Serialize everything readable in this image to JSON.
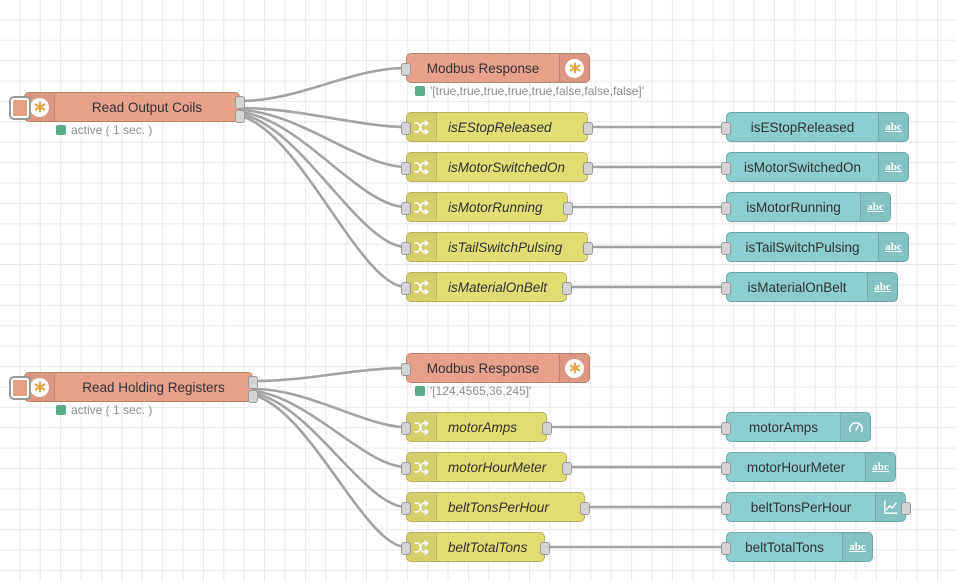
{
  "app": {
    "name": "Node-RED flow editor canvas",
    "grid_size": 20,
    "background": "#ffffff",
    "grid_color": "#e9e9e9"
  },
  "colors": {
    "modbus_node": "#e6a18b",
    "change_node": "#e0dd72",
    "ui_node": "#8ccdcd",
    "wire": "#a3a3a3",
    "port": "#d4d4d4",
    "status_dot": "#5aab8c",
    "status_text": "#8e8e8e",
    "node_text": "#333333"
  },
  "flows": [
    {
      "id": "coils",
      "source": {
        "label": "Read Output Coils",
        "icon": "modbus-icon",
        "status": "active ( 1 sec. )",
        "status_dot": "green"
      },
      "response": {
        "label": "Modbus Response",
        "icon": "modbus-icon",
        "status": "'[true,true,true,true,true,false,false,false]'",
        "status_dot": "green"
      },
      "branches": [
        {
          "change_label": "isEStopReleased",
          "ui_label": "isEStopReleased",
          "ui_icon": "abc-icon"
        },
        {
          "change_label": "isMotorSwitchedOn",
          "ui_label": "isMotorSwitchedOn",
          "ui_icon": "abc-icon"
        },
        {
          "change_label": "isMotorRunning",
          "ui_label": "isMotorRunning",
          "ui_icon": "abc-icon"
        },
        {
          "change_label": "isTailSwitchPulsing",
          "ui_label": "isTailSwitchPulsing",
          "ui_icon": "abc-icon"
        },
        {
          "change_label": "isMaterialOnBelt",
          "ui_label": "isMaterialOnBelt",
          "ui_icon": "abc-icon"
        }
      ]
    },
    {
      "id": "registers",
      "source": {
        "label": "Read Holding Registers",
        "icon": "modbus-icon",
        "status": "active ( 1 sec. )",
        "status_dot": "green"
      },
      "response": {
        "label": "Modbus Response",
        "icon": "modbus-icon",
        "status": "'[124,4565,36,245]'",
        "status_dot": "green"
      },
      "branches": [
        {
          "change_label": "motorAmps",
          "ui_label": "motorAmps",
          "ui_icon": "gauge-icon"
        },
        {
          "change_label": "motorHourMeter",
          "ui_label": "motorHourMeter",
          "ui_icon": "abc-icon"
        },
        {
          "change_label": "beltTonsPerHour",
          "ui_label": "beltTonsPerHour",
          "ui_icon": "chart-icon"
        },
        {
          "change_label": "beltTotalTons",
          "ui_label": "beltTotalTons",
          "ui_icon": "abc-icon"
        }
      ]
    }
  ]
}
